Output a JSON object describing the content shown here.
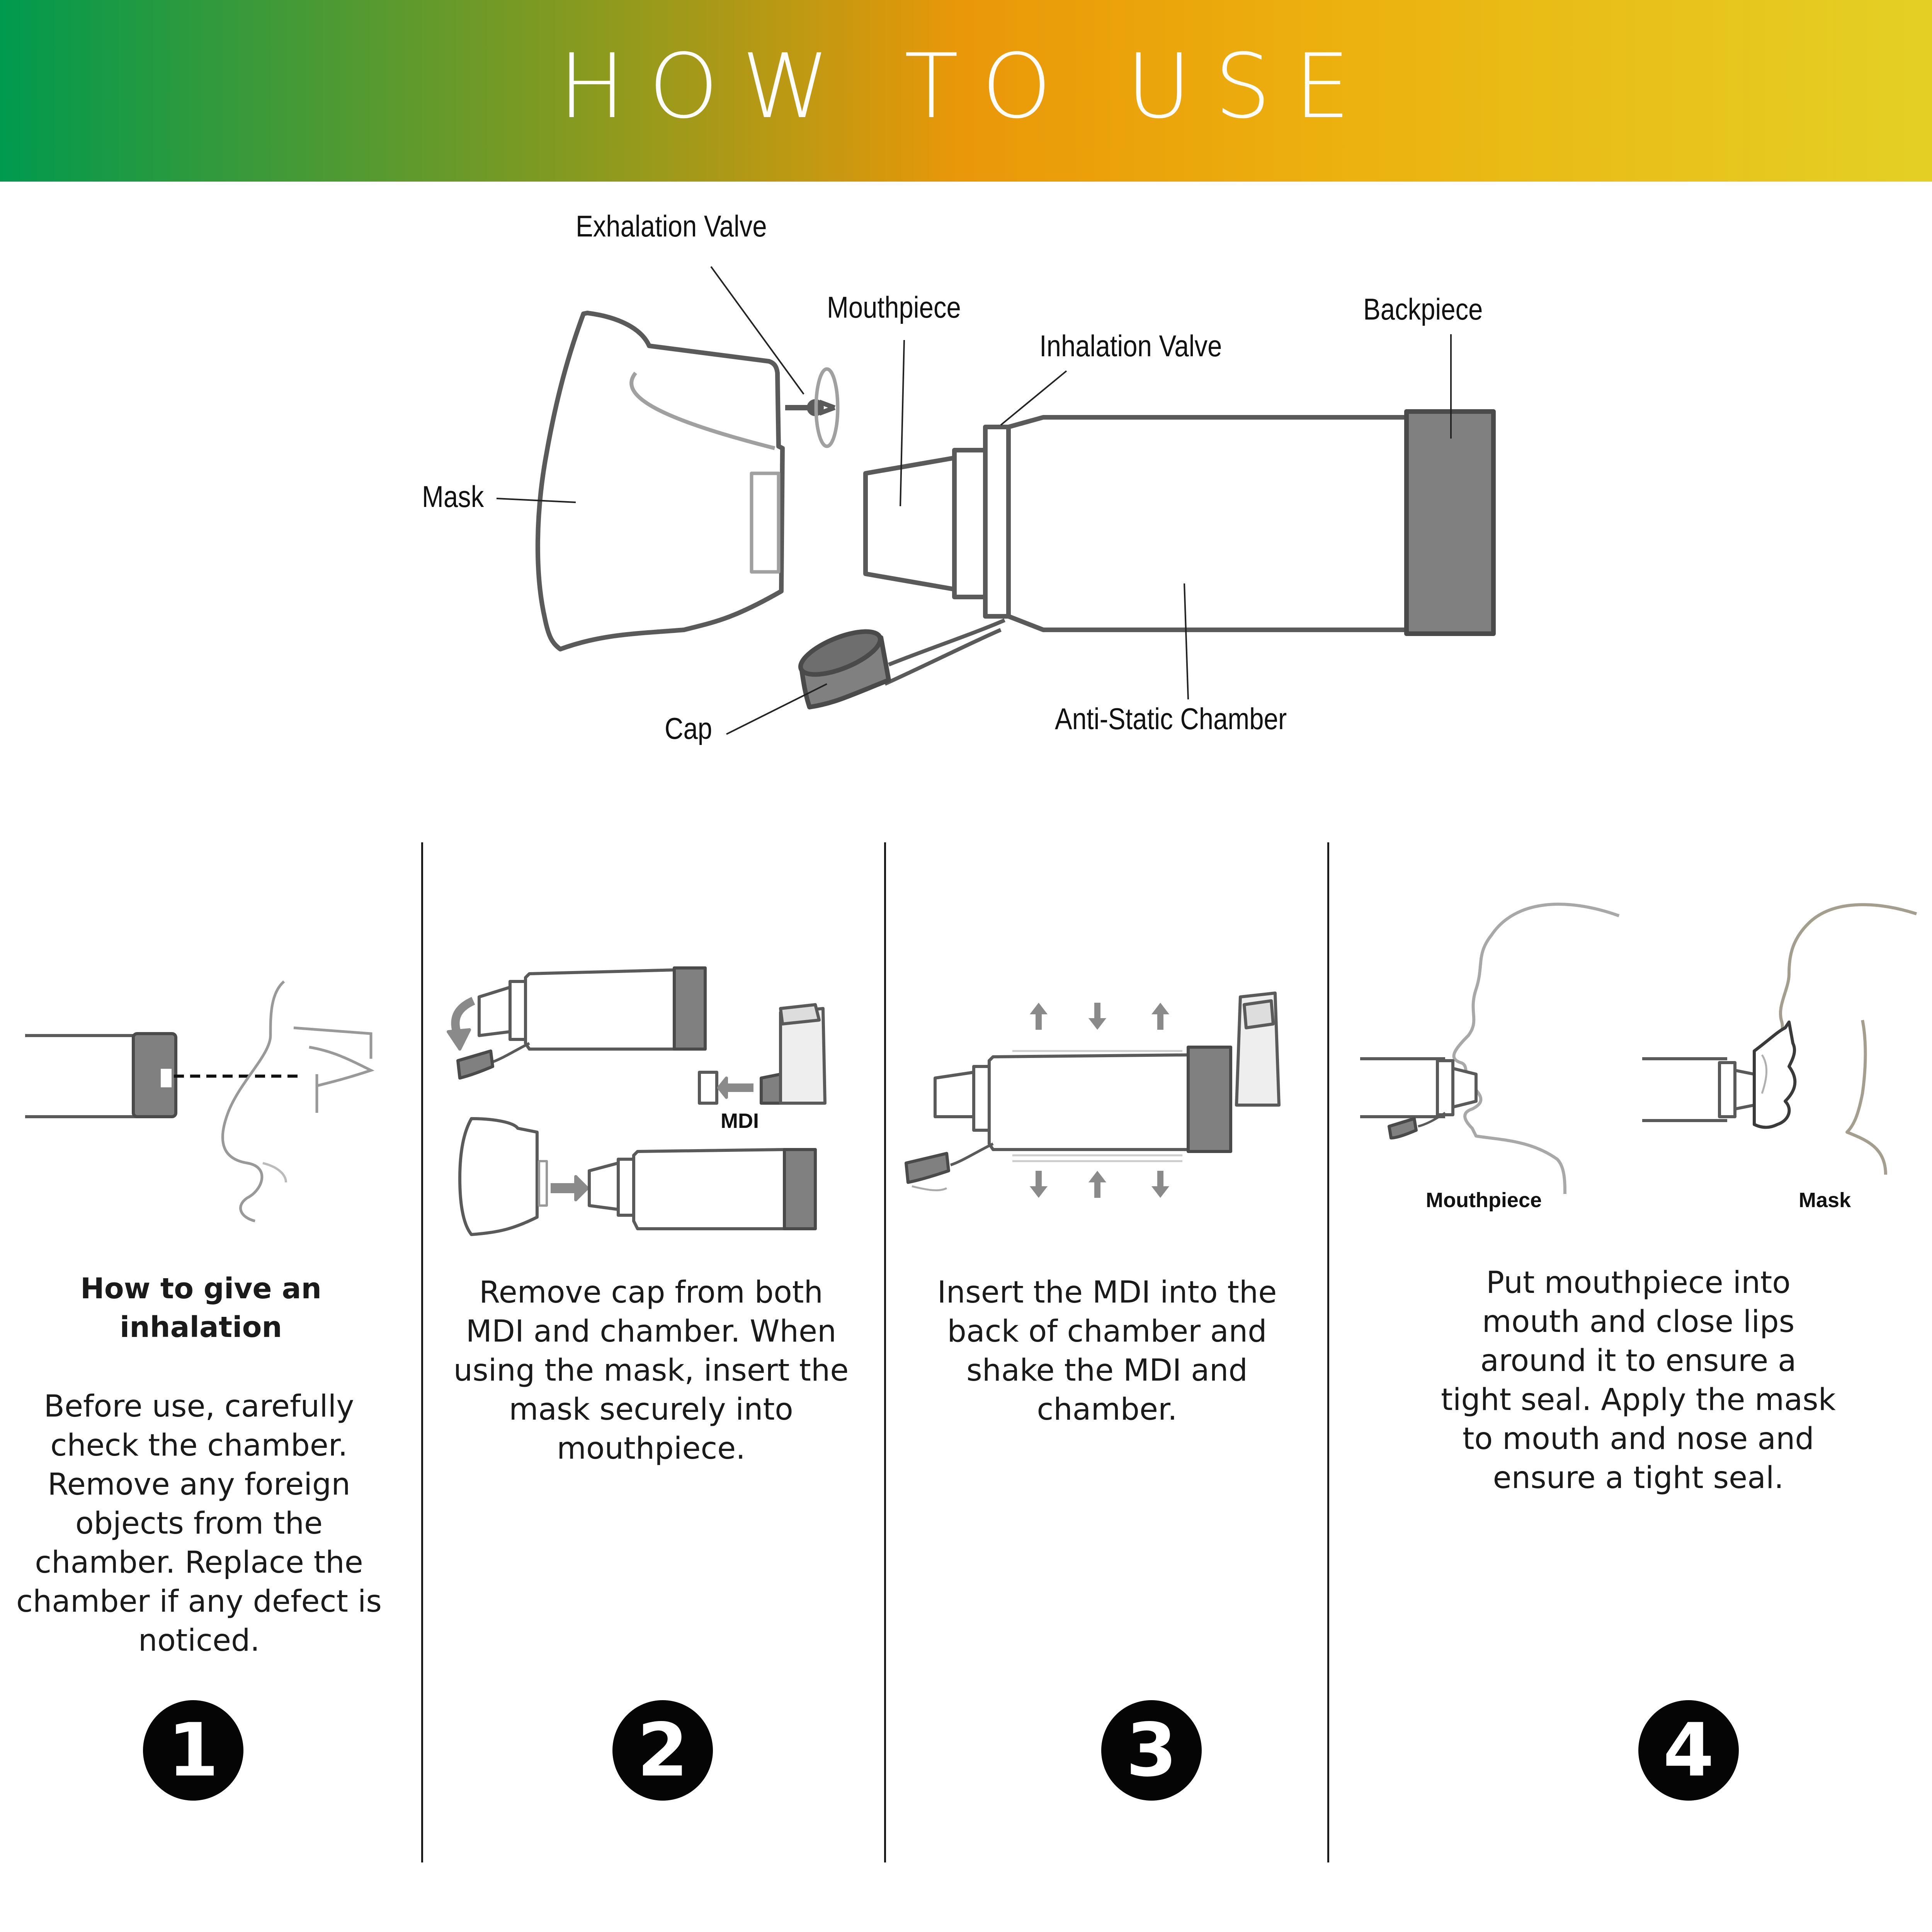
{
  "header": {
    "title": "HOW TO USE",
    "colors": [
      "#009a4e",
      "#ea9808",
      "#e4d025"
    ]
  },
  "parts": {
    "exhalation_valve": "Exhalation Valve",
    "mouthpiece": "Mouthpiece",
    "inhalation_valve": "Inhalation Valve",
    "backpiece": "Backpiece",
    "mask": "Mask",
    "cap": "Cap",
    "chamber": "Anti-Static Chamber"
  },
  "steps": [
    {
      "number": "1",
      "heading": "How to give an\ninhalation",
      "text": "Before use, carefully\ncheck the chamber.\nRemove any foreign\nobjects from the\nchamber. Replace the\nchamber if any defect is\nnoticed."
    },
    {
      "number": "2",
      "label": "MDI",
      "text": "Remove cap from both\nMDI and chamber. When\nusing the mask, insert the\nmask securely into\nmouthpiece."
    },
    {
      "number": "3",
      "text": "Insert the MDI into the\nback of chamber and\nshake the MDI and\nchamber."
    },
    {
      "number": "4",
      "labels": {
        "mouthpiece": "Mouthpiece",
        "mask": "Mask"
      },
      "text": "Put mouthpiece into\nmouth and close lips\naround it to ensure a\ntight seal. Apply the mask\nto mouth and nose and\nensure a tight seal."
    }
  ],
  "colors": {
    "outline": "#5a5a5a",
    "dark_part": "#808080",
    "face_line": "#a8a8a8",
    "face_line_warm": "#a39e8e",
    "badge": "#050505"
  }
}
